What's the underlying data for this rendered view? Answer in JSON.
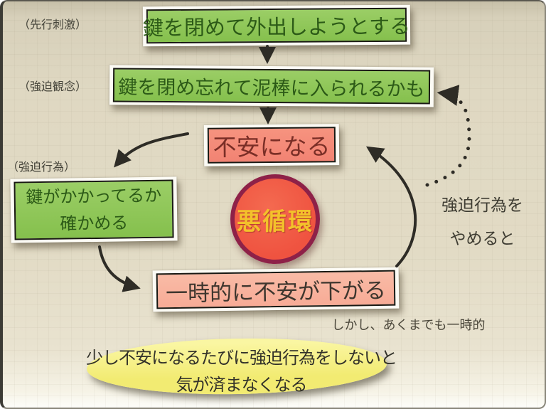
{
  "slide": {
    "background_color": "#ded7c1",
    "arrow_color": "#2e2c26",
    "labels": {
      "antecedent": "（先行刺激）",
      "obsession": "（強迫観念）",
      "compulsion": "（強迫行為）"
    },
    "boxes": {
      "trigger": {
        "text": "鍵を閉めて外出しようとする",
        "fill": "#8fc75a",
        "text_color": "#2c5a17"
      },
      "obsessive_thought": {
        "text": "鍵を閉め忘れて泥棒に入られるかも",
        "fill": "#8fc75a",
        "text_color": "#2c5a17"
      },
      "anxiety": {
        "text": "不安になる",
        "fill": "#f5897a",
        "text_color": "#7a2e26"
      },
      "checking": {
        "line1": "鍵がかかってるか",
        "line2": "確かめる",
        "fill": "#8fc75a",
        "text_color": "#2c5a17"
      },
      "relief": {
        "text": "一時的に不安が下がる",
        "fill": "#f8b19e",
        "text_color": "#3e362e"
      }
    },
    "circle": {
      "text": "悪循環",
      "fill": "#f15b44",
      "border": "#8e2148",
      "text_color": "#f3c12b"
    },
    "side_note": {
      "line1": "強迫行為を",
      "line2": "やめると"
    },
    "caption": "しかし、あくまでも一時的",
    "ellipse": {
      "line1": "少し不安になるたびに強迫行為をしないと",
      "line2": "気が済まなくなる",
      "fill": "#f3ec78"
    }
  }
}
